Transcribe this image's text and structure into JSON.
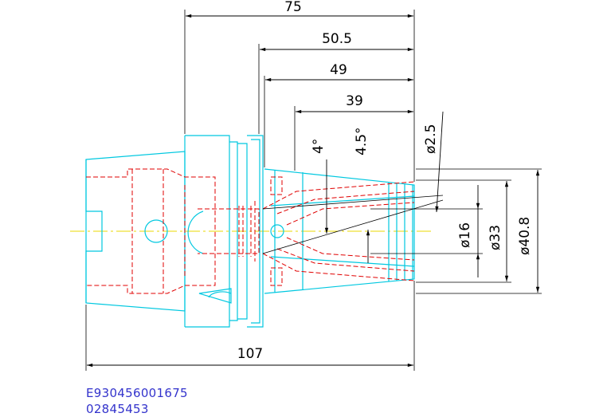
{
  "drawing": {
    "dimensions": {
      "len_75": "75",
      "len_50_5": "50.5",
      "len_49": "49",
      "len_39": "39",
      "len_107": "107",
      "angle_4": "4°",
      "angle_4_5": "4.5°",
      "dia_2_5": "ø2.5",
      "dia_16": "ø16",
      "dia_33": "ø33",
      "dia_40_8": "ø40.8"
    },
    "part_codes": [
      "E930456001675",
      "02845453"
    ],
    "colors": {
      "outline": "#00c8e0",
      "hidden": "#e00000",
      "centerline": "#e8d800",
      "dimension": "#000000",
      "code_text": "#3333cc"
    }
  }
}
